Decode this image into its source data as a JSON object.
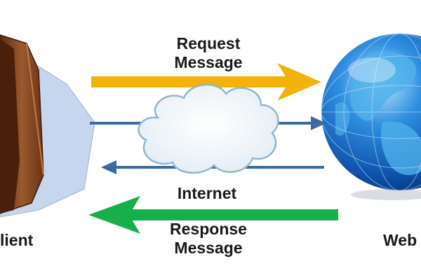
{
  "diagram": {
    "request_line1": "Request",
    "request_line2": "Message",
    "response_line1": "Response",
    "response_line2": "Message",
    "internet_label": "Internet",
    "client_label": "lient",
    "server_label": "Web"
  },
  "colors": {
    "request_arrow": "#f2b20a",
    "response_arrow": "#16b04a",
    "link_arrow": "#3c6aa0",
    "cloud_fill": "#f4f8fb",
    "cloud_stroke": "#8fb6d2",
    "globe_ocean": "#1668c8",
    "globe_land": "#5fb8f0",
    "monitor_body": "#7a3f1e",
    "monitor_screen": "#c3d4ec"
  }
}
